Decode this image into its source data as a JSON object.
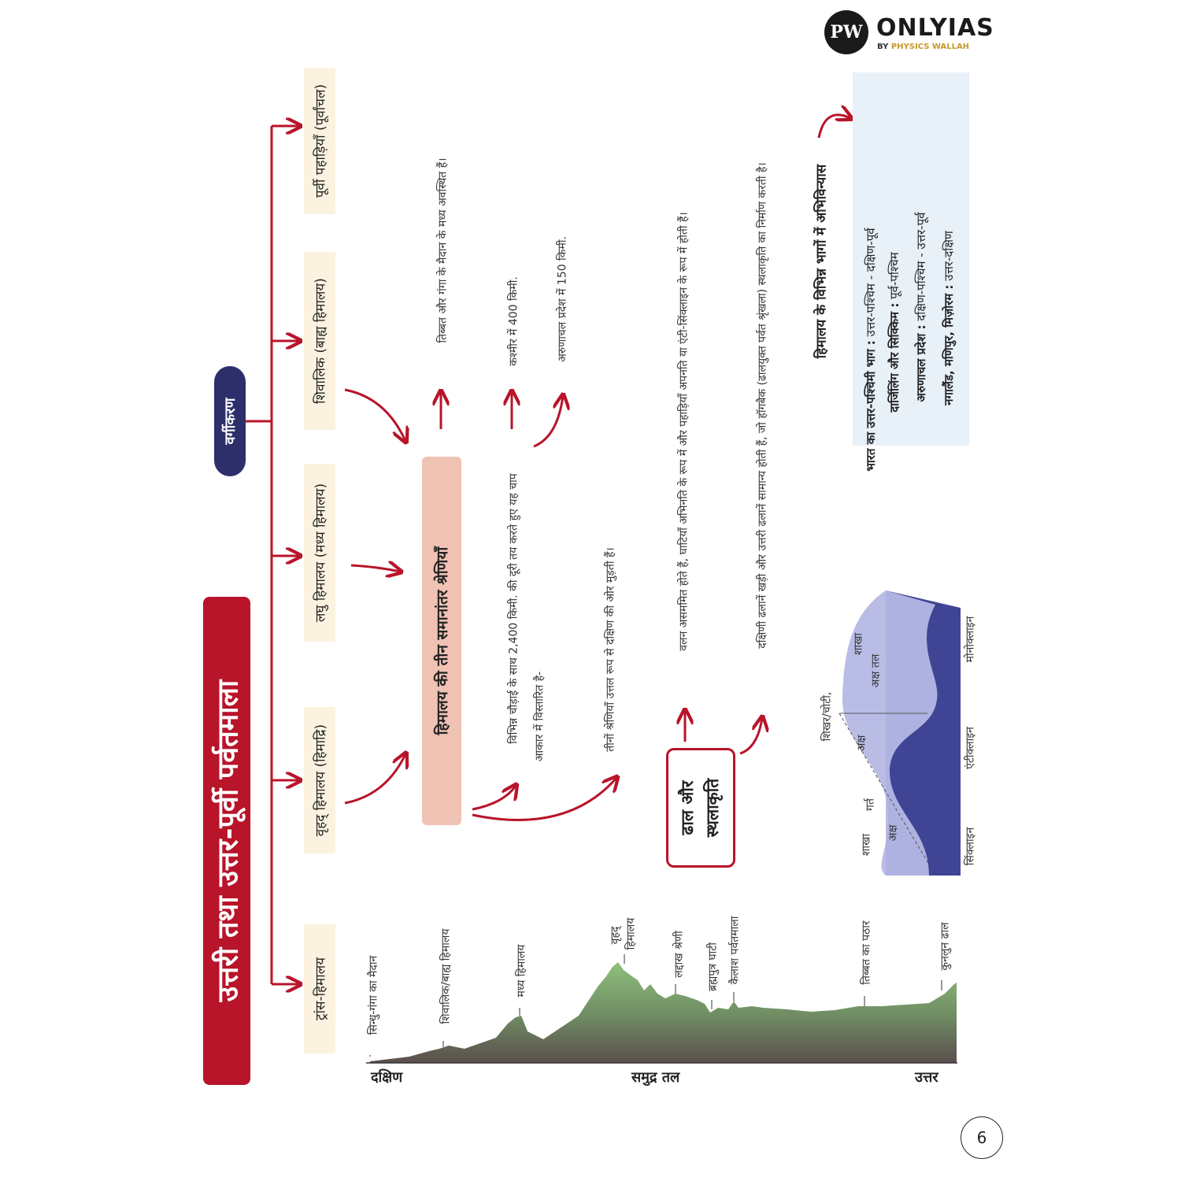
{
  "title": "उत्तरी तथा उत्तर-पूर्वी पर्वतमाला",
  "classification_label": "वर्गीकरण",
  "ranges": {
    "trans": "ट्रांस-हिमालय",
    "greater": "वृहद् हिमालय (हिमाद्रि)",
    "lesser": "लघु हिमालय (मध्य हिमालय)",
    "shiwalik": "शिवालिक (बाह्य हिमालय)",
    "eastern": "पूर्वी पहाड़ियाँ (पूर्वांचल)"
  },
  "parallel_box": "हिमालय की तीन समानांतर श्रेणियाँ",
  "notes": {
    "location": "तिब्बत और गंगा के मैदान के मध्य अवस्थित हैं।",
    "arc_line1": "विभिन्न चौड़ाई के साथ 2,400 किमी. की दूरी तय करते हुए यह चाप",
    "arc_line2": "आकार में विस्तारित है-",
    "kashmir": "कश्मीर में 400 किमी.",
    "arunachal": "अरुणाचल प्रदेश में 150 किमी.",
    "ranges_bend": "तीनों श्रेणियाँ उत्तल रूप से दक्षिण की ओर मुड़ती हैं।",
    "folds": "वलन असममित होते हैं, घाटियाँ अभिनति के रूप में और पहाड़ियाँ अपनति या एंटी-सिंक्लाइन के रूप में होती हैं।",
    "slopes": "दक्षिणी ढलानें खड़ी और उत्तरी ढलानें सामान्य होती हैं, जो हॉगबैक (ढालयुक्त पर्वत श्रृंखला) स्थलाकृति का निर्माण करती है।"
  },
  "slope_box": {
    "line1": "ढाल और",
    "line2": "स्थलाकृति"
  },
  "orientation": {
    "heading": "हिमालय के विभिन्न भागों में अभिविन्यास",
    "nw_india_bold": "भारत का उत्तर-पश्चिमी भाग :",
    "nw_india_value": "उत्तर-पश्चिम - दक्षिण-पूर्व",
    "darjeeling_bold": "दार्जिलिंग और सिक्किम :",
    "darjeeling_value": "पूर्व-पश्चिम",
    "arunachal_bold": "अरुणाचल प्रदेश :",
    "arunachal_value": "दक्षिण-पश्चिम - उत्तर-पूर्व",
    "nagaland_bold": "नगालैंड, मणिपुर, मिज़ोरम :",
    "nagaland_value": "उत्तर-दक्षिण"
  },
  "fold_diagram": {
    "crest": "शिखर/चोटी,",
    "limb_top": "शाखा",
    "axial_plane": "अक्ष तल",
    "axis_top": "अक्ष",
    "trough": "गर्त",
    "limb_bottom": "शाखा",
    "axis_bottom": "अक्ष",
    "monocline": "मोनोक्लाइन",
    "anticline": "एंटीक्लाइन",
    "syncline": "सिंक्लाइन"
  },
  "profile": {
    "south": "दक्षिण",
    "sea_level": "समुद्र तल",
    "north": "उत्तर",
    "indus_ganga": "सिन्धु-गंगा का मैदान",
    "shiwalik": "शिवालिक/बाह्य हिमालय",
    "middle": "मध्य हिमालय",
    "greater_1": "वृहद्",
    "greater_2": "हिमालय",
    "ladakh": "लद्दाख श्रेणी",
    "brahmaputra": "ब्रह्मपुत्र घाटी",
    "kailash": "कैलाश पर्वतमाला",
    "tibet": "तिब्बत का पठार",
    "kunlun": "कुनलुन ढाल"
  },
  "logo": {
    "mark": "PW",
    "brand": "ONLYIAS",
    "by": "BY",
    "sub": "PHYSICS WALLAH"
  },
  "page_number": "6",
  "colors": {
    "red": "#b8142a",
    "navy": "#2d2f6b",
    "cream": "#fbf3e0",
    "pink": "#efc2b4",
    "info_bg": "#e8f0f8"
  }
}
